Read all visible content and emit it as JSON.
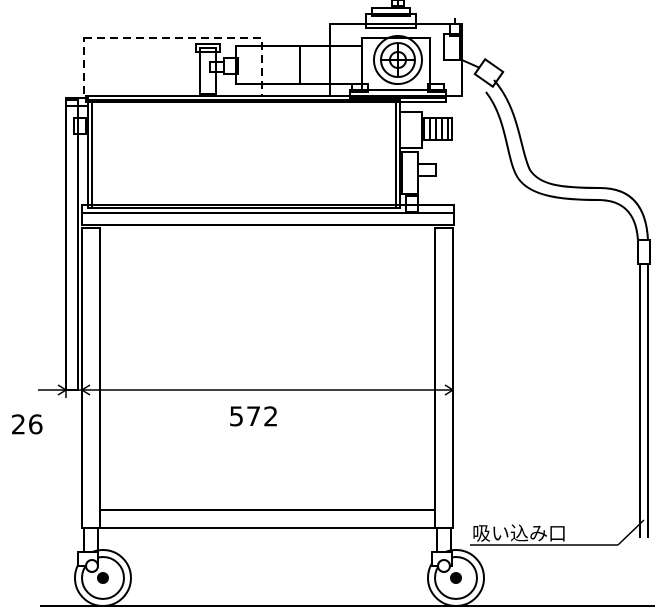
{
  "drawing": {
    "dimensions": {
      "left_offset": "26",
      "frame_width": "572"
    },
    "callouts": {
      "suction_port": "吸い込み口"
    },
    "colors": {
      "line": "#000000",
      "background": "#ffffff"
    }
  }
}
